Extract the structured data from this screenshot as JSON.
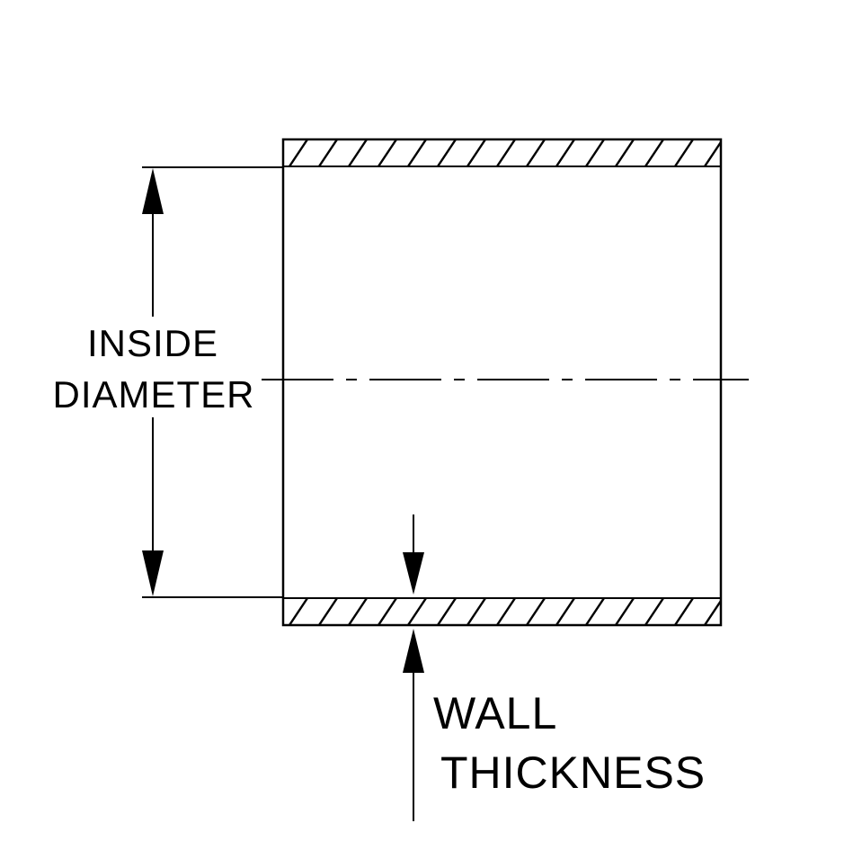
{
  "canvas": {
    "background": "#ffffff",
    "line_color": "#000000"
  },
  "diagram": {
    "annotations": {
      "inside_diameter": {
        "line1": "INSIDE",
        "line2": "DIAMETER"
      },
      "wall_thickness": {
        "line1": "WALL",
        "line2": "THICKNESS"
      }
    }
  }
}
